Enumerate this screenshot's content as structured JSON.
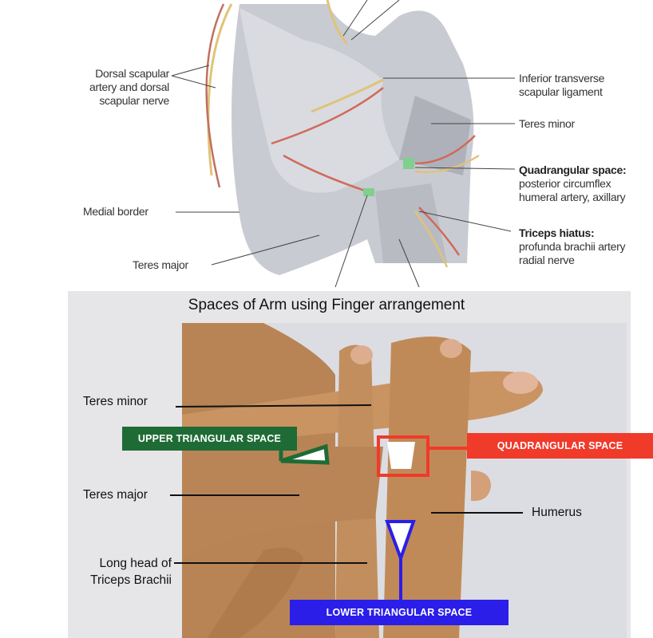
{
  "top_figure": {
    "labels_left": {
      "dorsal_scapular": [
        "Dorsal scapular",
        "artery and dorsal",
        "scapular nerve"
      ],
      "medial_border": "Medial border",
      "teres_major": "Teres major"
    },
    "labels_right": {
      "inferior_transverse": [
        "Inferior transverse",
        "scapular ligament"
      ],
      "teres_minor": "Teres minor",
      "quadrangular_title": "Quadrangular space:",
      "quadrangular_body": [
        "posterior circumflex",
        "humeral artery, axillary"
      ],
      "triceps_title": "Triceps hiatus:",
      "triceps_body": [
        "profunda brachii artery",
        "radial nerve"
      ]
    }
  },
  "bottom_figure": {
    "title": "Spaces of Arm using Finger arrangement",
    "labels": {
      "teres_minor": "Teres minor",
      "teres_major": "Teres major",
      "humerus": "Humerus",
      "long_head": [
        "Long head of",
        "Triceps Brachii"
      ]
    },
    "boxes": {
      "upper": {
        "text": "UPPER TRIANGULAR SPACE",
        "color": "#1f6b35"
      },
      "quad": {
        "text": "QUADRANGULAR SPACE",
        "color": "#f03a2a"
      },
      "lower": {
        "text": "LOWER TRIANGULAR SPACE",
        "color": "#2a1ee8"
      }
    }
  }
}
